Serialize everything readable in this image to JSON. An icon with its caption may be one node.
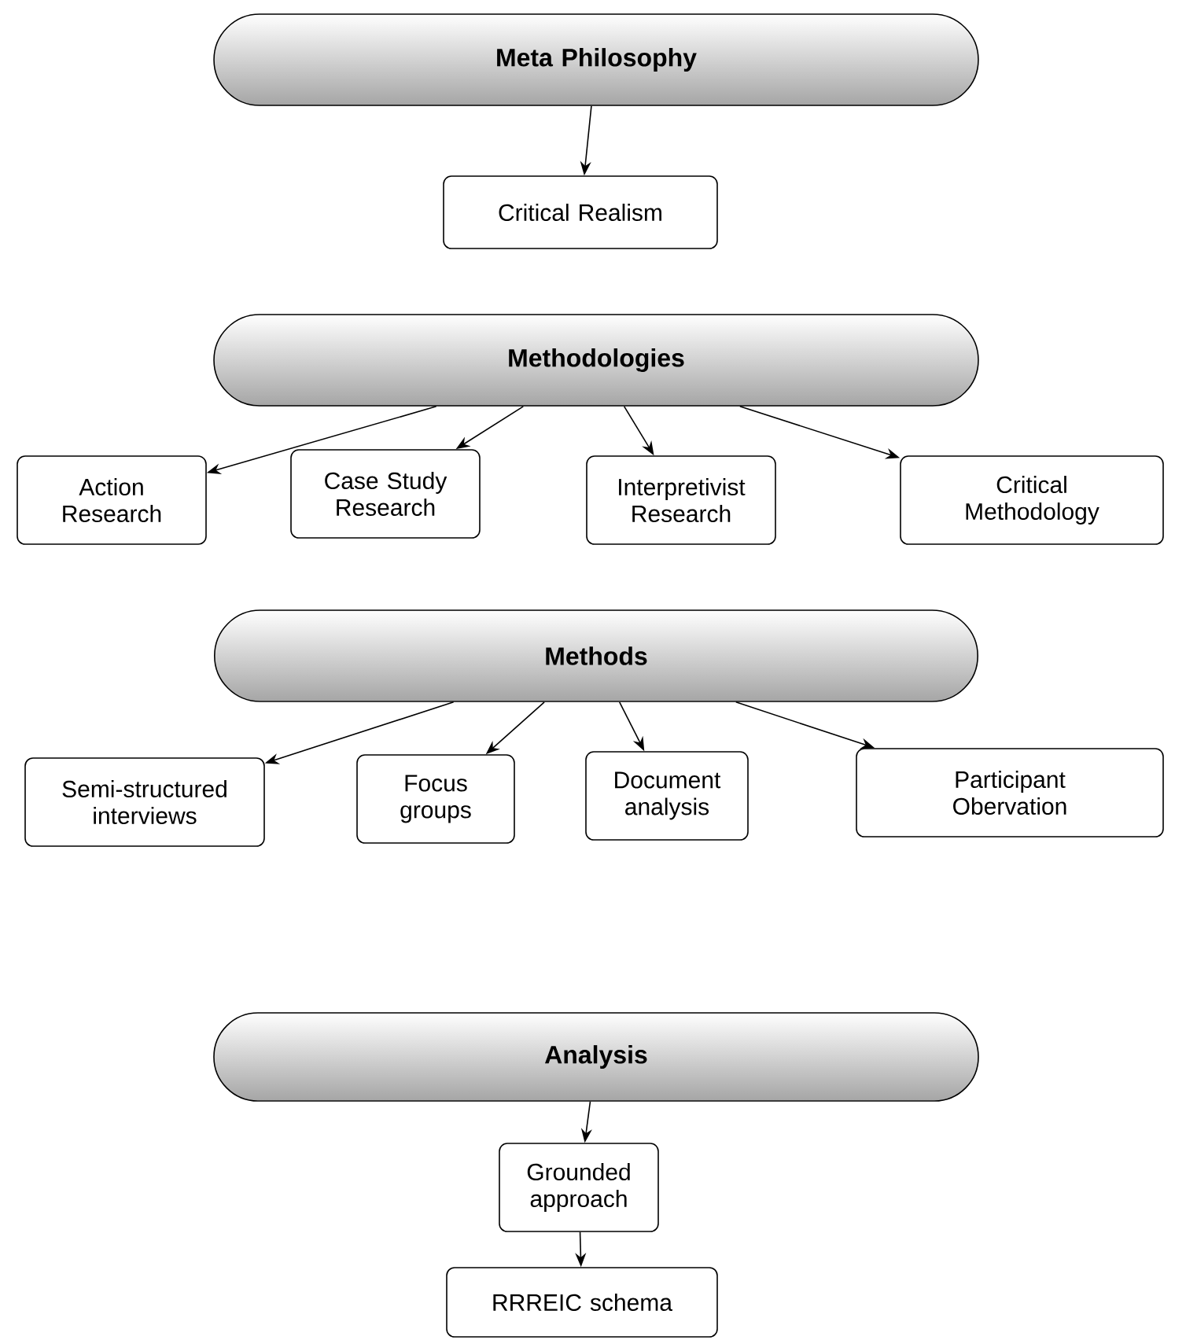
{
  "diagram": {
    "nodes": [
      {
        "text": [
          "Meta Philosophy"
        ]
      },
      {
        "text": [
          "Critical Realism"
        ]
      },
      {
        "text": [
          "Methodologies"
        ]
      },
      {
        "text": [
          "Action Research"
        ]
      },
      {
        "text": [
          "Case Study Research"
        ]
      },
      {
        "text": [
          "Interpretivist Research"
        ]
      },
      {
        "text": [
          "Critical Methodology"
        ]
      },
      {
        "text": [
          "Methods"
        ]
      },
      {
        "text": [
          "Semi-structured interviews"
        ]
      },
      {
        "text": [
          "Focus groups"
        ]
      },
      {
        "text": [
          "Document analysis"
        ]
      },
      {
        "text": [
          "Participant Obervation"
        ]
      },
      {
        "text": [
          "Analysis"
        ]
      },
      {
        "text": [
          "Grounded approach"
        ]
      },
      {
        "text": [
          "RRREIC schema"
        ]
      }
    ],
    "edges": [
      {
        "from": 0,
        "to": 1,
        "arrow": "to"
      },
      {
        "from": 2,
        "to": 3,
        "arrow": "to"
      },
      {
        "from": 2,
        "to": 4,
        "arrow": "to"
      },
      {
        "from": 2,
        "to": 5,
        "arrow": "to"
      },
      {
        "from": 2,
        "to": 6,
        "arrow": "to"
      },
      {
        "from": 7,
        "to": 8,
        "arrow": "to"
      },
      {
        "from": 7,
        "to": 9,
        "arrow": "to"
      },
      {
        "from": 7,
        "to": 10,
        "arrow": "to"
      },
      {
        "from": 7,
        "to": 11,
        "arrow": "to"
      },
      {
        "from": 12,
        "to": 13,
        "arrow": "to"
      },
      {
        "from": 13,
        "to": 14,
        "arrow": "to"
      }
    ]
  }
}
